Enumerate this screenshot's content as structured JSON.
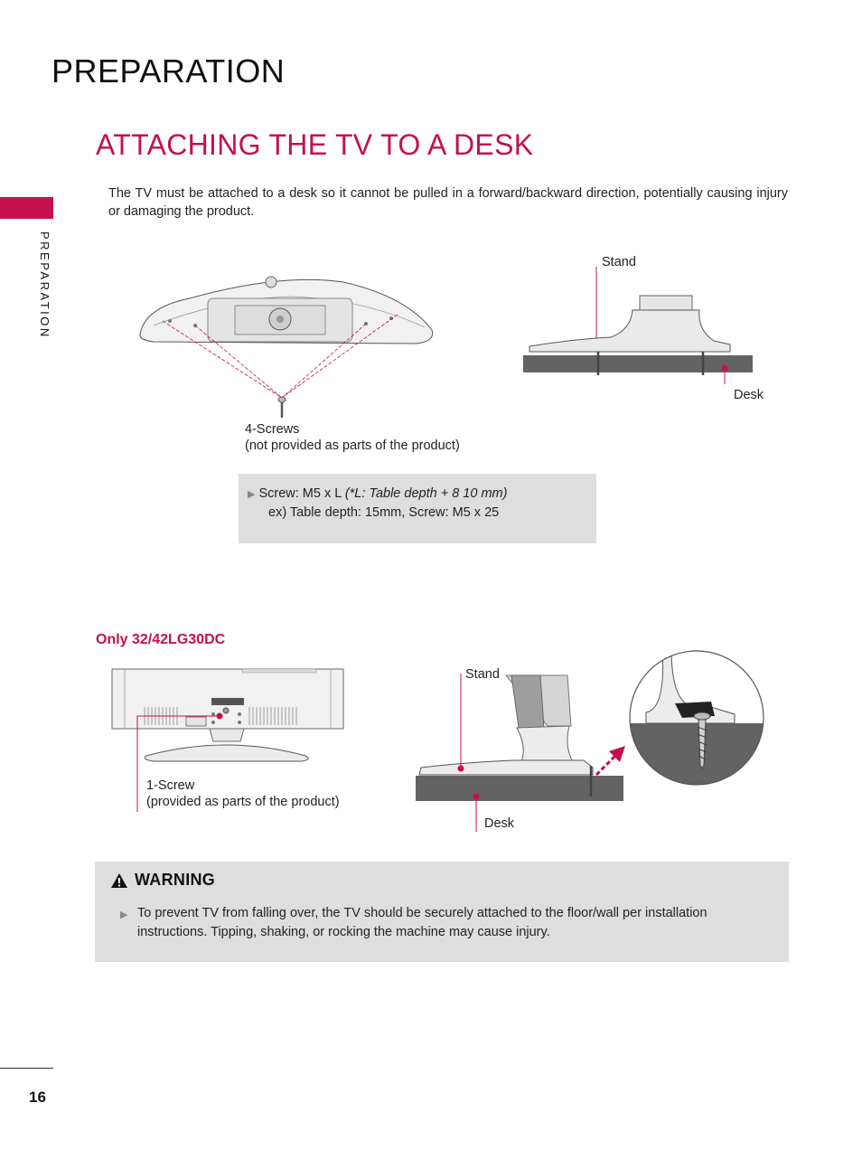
{
  "header": {
    "title": "PREPARATION"
  },
  "section": {
    "title": "ATTACHING THE TV TO A DESK"
  },
  "sidebar": {
    "label": "PREPARATION"
  },
  "intro": "The TV must be attached to a desk so it cannot be pulled in a forward/backward direction, potentially causing injury or damaging the product.",
  "figure1": {
    "screws_label": "4-Screws",
    "screws_note": "(not provided as parts of the product)",
    "stand_label": "Stand",
    "desk_label": "Desk"
  },
  "screw_spec": {
    "line1_prefix": "Screw: M5 x L ",
    "line1_italic": "(*L: Table depth + 8  10 mm)",
    "line2": "ex) Table depth: 15mm, Screw: M5 x 25"
  },
  "model": {
    "title": "Only 32/42LG30DC"
  },
  "figure2": {
    "screw_label": "1-Screw",
    "screw_note": " (provided as parts of the product)",
    "stand_label": "Stand",
    "desk_label": "Desk"
  },
  "warning": {
    "title": "WARNING",
    "text": "To prevent TV from falling over, the TV should be securely attached to the floor/wall per installation instructions. Tipping, shaking, or rocking the machine may cause injury."
  },
  "footer": {
    "page_number": "16"
  },
  "colors": {
    "accent": "#c4114b",
    "box_bg": "#dedede"
  }
}
